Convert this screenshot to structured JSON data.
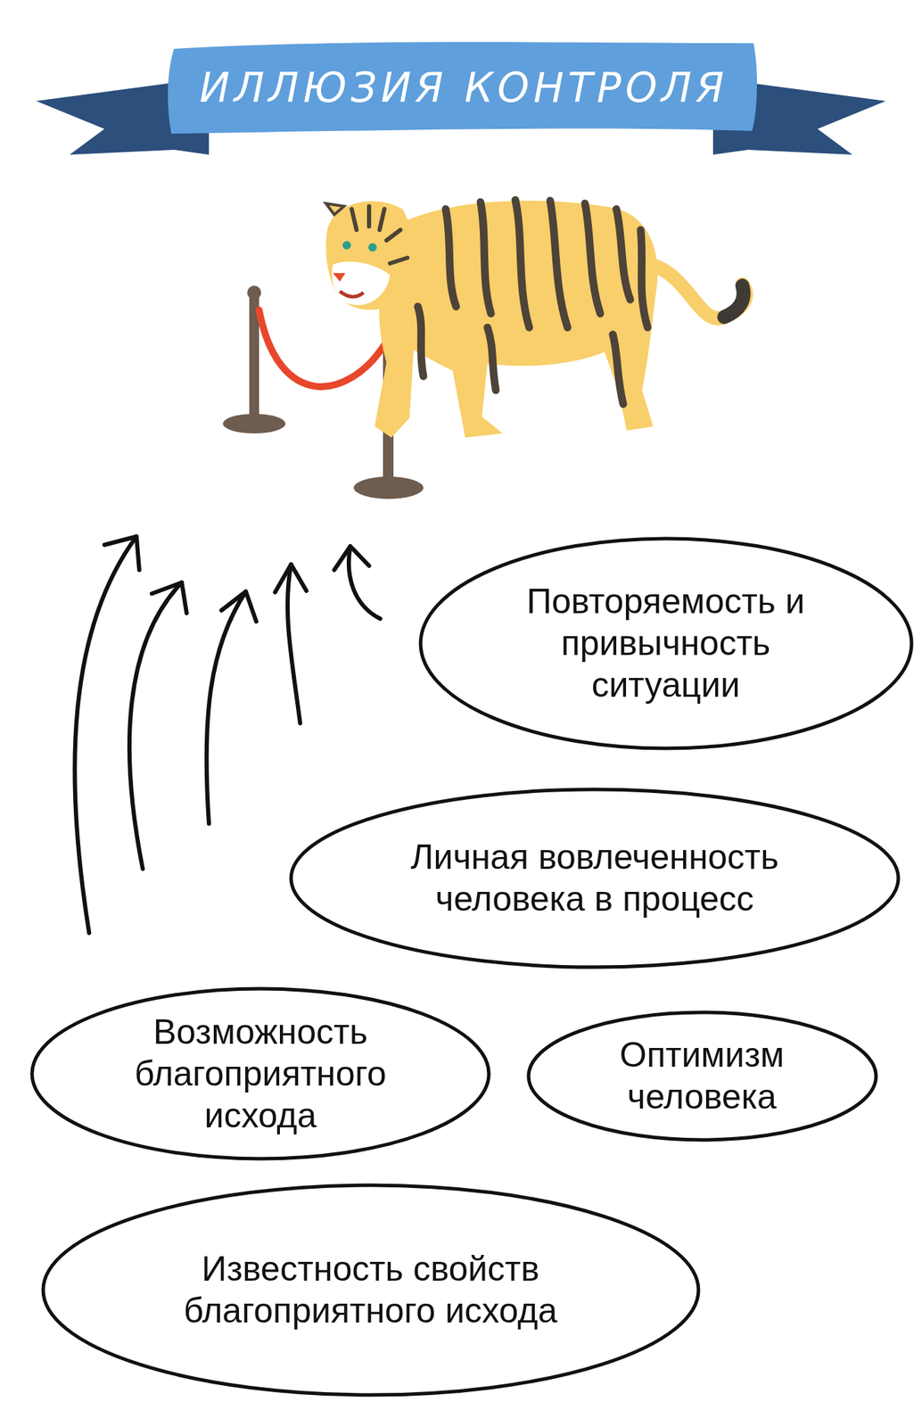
{
  "diagram": {
    "title": "ИЛЛЮЗИЯ КОНТРОЛЯ",
    "nodes": [
      {
        "text": [
          "Повторяемость и привычность ситуации"
        ]
      },
      {
        "text": [
          "Личная вовлеченность человека в процесс"
        ]
      },
      {
        "text": [
          "Возможность благоприятного исхода"
        ]
      },
      {
        "text": [
          "Оптимизм человека"
        ]
      },
      {
        "text": [
          "Известность свойств благоприятного исхода"
        ]
      }
    ]
  }
}
